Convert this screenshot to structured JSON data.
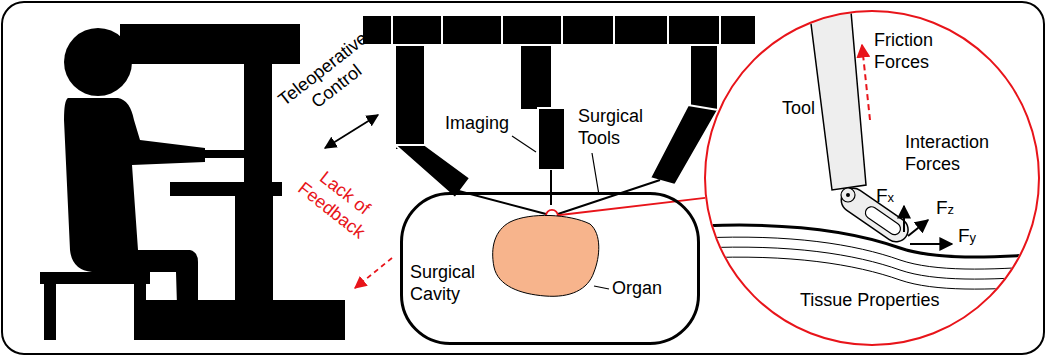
{
  "diagram": {
    "nodes": [
      {
        "text": [
          "Surgical Cavity"
        ]
      },
      {
        "text": [
          "Organ"
        ],
        "in": 0
      },
      {
        "text": [
          "Tool",
          "Friction Forces",
          "Interaction Forces",
          "Tissue Properties"
        ]
      }
    ],
    "edges": [
      {
        "from": 1,
        "to": 2,
        "arrow": "none"
      }
    ],
    "labels": [
      "Teleoperative Control",
      "Imaging",
      "Surgical Tools",
      "Lack of Feedback",
      "Fx",
      "Fz",
      "Fy"
    ]
  }
}
